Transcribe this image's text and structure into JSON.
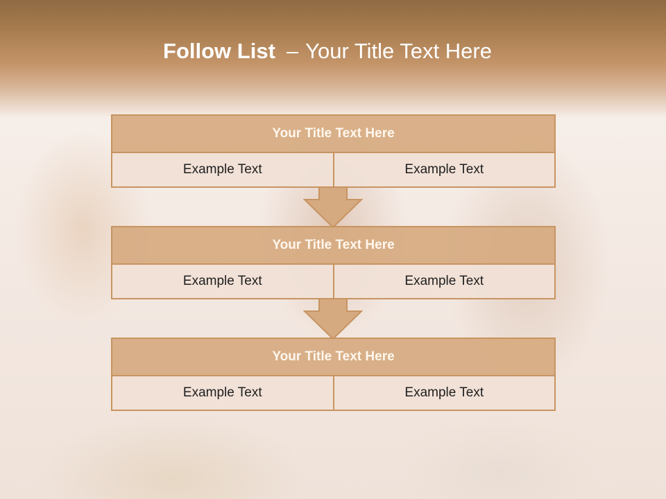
{
  "slide": {
    "title_bold": "Follow List",
    "title_sep": "–",
    "title_rest": "Your Title Text Here"
  },
  "blocks": [
    {
      "title": "Your Title Text Here",
      "left": "Example Text",
      "right": "Example Text"
    },
    {
      "title": "Your Title Text Here",
      "left": "Example Text",
      "right": "Example Text"
    },
    {
      "title": "Your Title Text Here",
      "left": "Example Text",
      "right": "Example Text"
    }
  ],
  "colors": {
    "header": "#a77c4e",
    "block_title_fill": "#d6aa80",
    "block_border": "#c79461",
    "cell_fill": "#f0e0d6"
  }
}
